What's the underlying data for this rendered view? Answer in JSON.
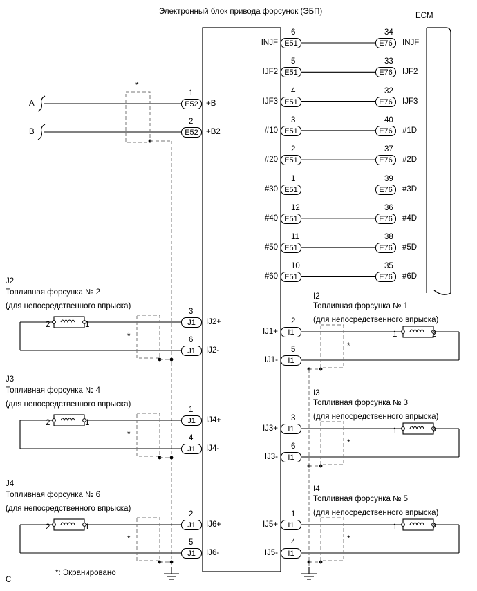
{
  "title": "Электронный блок привода форсунок (ЭБП)",
  "ecm_label": "ECM",
  "footnote": "*: Экранировано",
  "corner_mark": "C",
  "star": "*",
  "power_inputs": [
    {
      "src": "A",
      "pin": "1",
      "conn": "E52",
      "signal": "+B"
    },
    {
      "src": "B",
      "pin": "2",
      "conn": "E52",
      "signal": "+B2"
    }
  ],
  "ecm_links": [
    {
      "edu_signal": "INJF",
      "edu_pin": "6",
      "edu_conn": "E51",
      "ecm_pin": "34",
      "ecm_conn": "E76",
      "ecm_signal": "INJF"
    },
    {
      "edu_signal": "IJF2",
      "edu_pin": "5",
      "edu_conn": "E51",
      "ecm_pin": "33",
      "ecm_conn": "E76",
      "ecm_signal": "IJF2"
    },
    {
      "edu_signal": "IJF3",
      "edu_pin": "4",
      "edu_conn": "E51",
      "ecm_pin": "32",
      "ecm_conn": "E76",
      "ecm_signal": "IJF3"
    },
    {
      "edu_signal": "#10",
      "edu_pin": "3",
      "edu_conn": "E51",
      "ecm_pin": "40",
      "ecm_conn": "E76",
      "ecm_signal": "#1D"
    },
    {
      "edu_signal": "#20",
      "edu_pin": "2",
      "edu_conn": "E51",
      "ecm_pin": "37",
      "ecm_conn": "E76",
      "ecm_signal": "#2D"
    },
    {
      "edu_signal": "#30",
      "edu_pin": "1",
      "edu_conn": "E51",
      "ecm_pin": "39",
      "ecm_conn": "E76",
      "ecm_signal": "#3D"
    },
    {
      "edu_signal": "#40",
      "edu_pin": "12",
      "edu_conn": "E51",
      "ecm_pin": "36",
      "ecm_conn": "E76",
      "ecm_signal": "#4D"
    },
    {
      "edu_signal": "#50",
      "edu_pin": "11",
      "edu_conn": "E51",
      "ecm_pin": "38",
      "ecm_conn": "E76",
      "ecm_signal": "#5D"
    },
    {
      "edu_signal": "#60",
      "edu_pin": "10",
      "edu_conn": "E51",
      "ecm_pin": "35",
      "ecm_conn": "E76",
      "ecm_signal": "#6D"
    }
  ],
  "left_injectors": [
    {
      "id": "J2",
      "name": "Топливная форсунка № 2",
      "note": "(для непосредственного впрыска)",
      "coil_left": "2",
      "coil_right": "1",
      "pin_plus": "3",
      "pin_minus": "6",
      "conn": "J1",
      "sig_plus": "IJ2+",
      "sig_minus": "IJ2-"
    },
    {
      "id": "J3",
      "name": "Топливная форсунка № 4",
      "note": "(для непосредственного впрыска)",
      "coil_left": "2",
      "coil_right": "1",
      "pin_plus": "1",
      "pin_minus": "4",
      "conn": "J1",
      "sig_plus": "IJ4+",
      "sig_minus": "IJ4-"
    },
    {
      "id": "J4",
      "name": "Топливная форсунка № 6",
      "note": "(для непосредственного впрыска)",
      "coil_left": "2",
      "coil_right": "1",
      "pin_plus": "2",
      "pin_minus": "5",
      "conn": "J1",
      "sig_plus": "IJ6+",
      "sig_minus": "IJ6-"
    }
  ],
  "right_injectors": [
    {
      "id": "I2",
      "name": "Топливная форсунка № 1",
      "note": "(для непосредственного впрыска)",
      "coil_left": "1",
      "coil_right": "2",
      "pin_plus": "2",
      "pin_minus": "5",
      "conn": "I1",
      "sig_plus": "IJ1+",
      "sig_minus": "IJ1-"
    },
    {
      "id": "I3",
      "name": "Топливная форсунка № 3",
      "note": "(для непосредственного впрыска)",
      "coil_left": "1",
      "coil_right": "2",
      "pin_plus": "3",
      "pin_minus": "6",
      "conn": "I1",
      "sig_plus": "IJ3+",
      "sig_minus": "IJ3-"
    },
    {
      "id": "I4",
      "name": "Топливная форсунка № 5",
      "note": "(для непосредственного впрыска)",
      "coil_left": "1",
      "coil_right": "2",
      "pin_plus": "1",
      "pin_minus": "4",
      "conn": "I1",
      "sig_plus": "IJ5+",
      "sig_minus": "IJ5-"
    }
  ]
}
